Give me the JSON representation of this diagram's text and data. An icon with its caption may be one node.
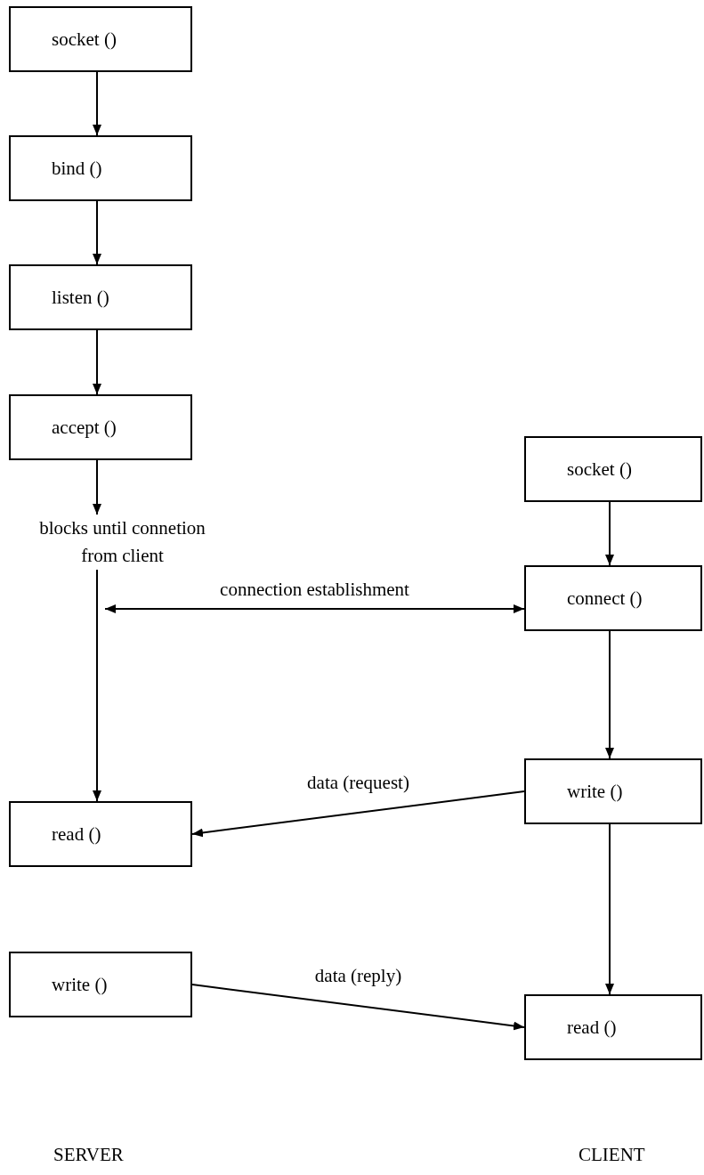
{
  "diagram": {
    "nodes": [
      {
        "text": [
          "socket ()"
        ]
      },
      {
        "text": [
          "bind ()"
        ]
      },
      {
        "text": [
          "listen ()"
        ]
      },
      {
        "text": [
          "accept ()"
        ]
      },
      {
        "text": [
          "blocks until connetion from client"
        ]
      },
      {
        "text": [
          "read ()"
        ]
      },
      {
        "text": [
          "write ()"
        ]
      },
      {
        "text": [
          "socket ()"
        ]
      },
      {
        "text": [
          "connect ()"
        ]
      },
      {
        "text": [
          "write ()"
        ]
      },
      {
        "text": [
          "read ()"
        ]
      }
    ],
    "edges": [
      {
        "from": 0,
        "to": 1,
        "arrow": "to"
      },
      {
        "from": 1,
        "to": 2,
        "arrow": "to"
      },
      {
        "from": 2,
        "to": 3,
        "arrow": "to"
      },
      {
        "from": 3,
        "to": 4,
        "arrow": "to"
      },
      {
        "from": 4,
        "to": 5,
        "arrow": "to"
      },
      {
        "from": 7,
        "to": 8,
        "arrow": "to"
      },
      {
        "from": 8,
        "to": 9,
        "arrow": "to"
      },
      {
        "from": 9,
        "to": 10,
        "arrow": "to"
      },
      {
        "from": null,
        "to": 8,
        "arrow": "both",
        "label": "connection establishment"
      },
      {
        "from": 9,
        "to": 5,
        "arrow": "to",
        "label": "data (request)"
      },
      {
        "from": 6,
        "to": 10,
        "arrow": "to",
        "label": "data (reply)"
      }
    ],
    "labels": [
      "SERVER",
      "CLIENT"
    ]
  }
}
